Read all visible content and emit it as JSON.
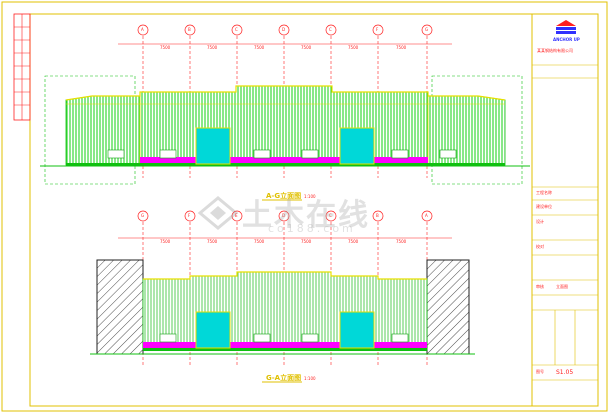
{
  "upper": {
    "axes": [
      "A",
      "B",
      "C",
      "D",
      "C",
      "F",
      "G"
    ],
    "dims": [
      "7500",
      "7500",
      "7500",
      "7500",
      "7500",
      "7500"
    ],
    "title": "A-G立面图",
    "scale": "1:100"
  },
  "lower": {
    "axes": [
      "G",
      "F",
      "E",
      "D",
      "C",
      "B",
      "A"
    ],
    "dims": [
      "7500",
      "7500",
      "7500",
      "7500",
      "7500",
      "7500"
    ],
    "title": "G-A立面图",
    "scale": "1:100"
  },
  "title_block": {
    "company_logo": "ANCHOR UP",
    "company_name_cn": "某某钢结构有限公司",
    "rows": [
      "工程名称",
      "建设单位",
      "设计",
      "校对",
      "审核",
      "图号"
    ],
    "drawing_name": "立面图",
    "sheet_no": "S1.05"
  },
  "watermark": {
    "main": "土木在线",
    "sub": "co188.com"
  },
  "colors": {
    "border": "#e0c000",
    "cladding": "#10d010",
    "grid_line": "#ff2020",
    "door": "#00d0d0",
    "base": "#ff00ff",
    "hatch": "#202020"
  }
}
